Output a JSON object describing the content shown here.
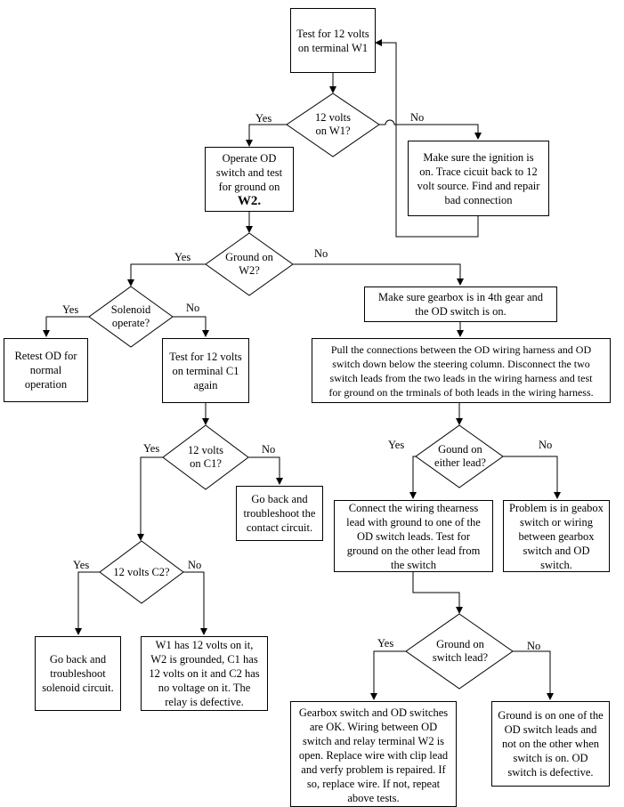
{
  "nodes": {
    "test_w1": "Test for 12 volts\non terminal W1",
    "dec_w1": "12 volts\non W1?",
    "ignition": "Make sure the ignition is\non. Trace cicuit back to 12\nvolt source.  Find and repair\nbad connection",
    "operate_od_main": "Operate OD\nswitch and test\nfor ground on",
    "operate_od_w2": "W2.",
    "dec_ground_w2": "Ground on\nW2?",
    "gearbox_4th": "Make sure gearbox is in 4th gear and\nthe OD switch is on.",
    "dec_solenoid": "Solenoid\noperate?",
    "pull_connections": "Pull the connections between the OD wiring harness and OD\nswitch down below the steering column.  Disconnect the two\nswitch leads from the two leads in the wiring harness and test\nfor ground on the trminals of both leads in the wiring harness.",
    "retest_od": "Retest OD for\nnormal\noperation",
    "test_c1": "Test for 12 volts\non terminal C1\nagain",
    "dec_c1": "12 volts\non C1?",
    "contact_circuit": "Go back and\ntroubleshoot the\ncontact circuit.",
    "dec_either_lead": "Gound on\neither lead?",
    "connect_harness": "Connect the wiring thearness\nlead with ground to one of the\nOD switch leads.  Test for\nground on the other lead from\nthe switch",
    "problem_gearbox": "Problem is in geabox\nswitch or wiring\nbetween gearbox\nswitch and OD\nswitch.",
    "dec_c2": "12 volts C2?",
    "solenoid_circuit": "Go back and\ntroubleshoot\nsolenoid circuit.",
    "relay_defective": "W1 has 12 volts on it,\nW2 is grounded, C1 has\n12 volts on it and C2 has\nno voltage on it.  The\nrelay is defective.",
    "dec_switch_lead": "Ground on\nswitch lead?",
    "gearbox_ok": "Gearbox switch and OD switches\nare OK.  Wiring between OD\nswitch and relay terminal W2 is\nopen. Replace wire with clip lead\nand verfy problem is repaired.  If\nso, replace wire.  If not, repeat\nabove tests.",
    "od_defective": "Ground is on one of the\nOD switch leads and\nnot on the other when\nswitch is on.  OD\nswitch is defective."
  },
  "labels": {
    "w1_yes": "Yes",
    "w1_no": "No",
    "w2_yes": "Yes",
    "w2_no": "No",
    "solenoid_yes": "Yes",
    "solenoid_no": "No",
    "c1_yes": "Yes",
    "c1_no": "No",
    "c2_yes": "Yes",
    "c2_no": "No",
    "either_yes": "Yes",
    "either_no": "No",
    "switch_yes": "Yes",
    "switch_no": "No"
  }
}
